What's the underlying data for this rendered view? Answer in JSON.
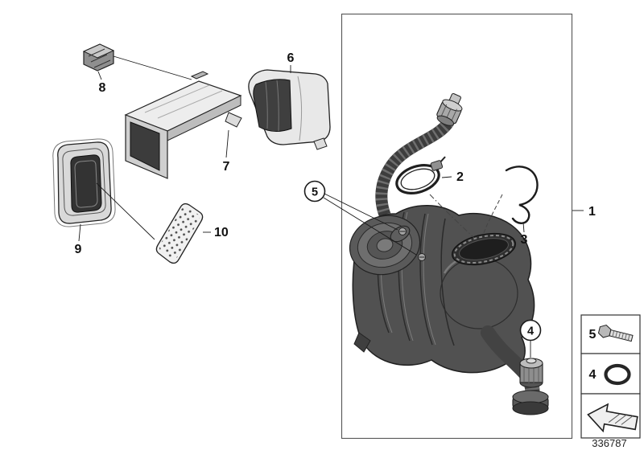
{
  "colors": {
    "background": "#ffffff",
    "line": "#1a1a1a",
    "part_dark": "#4a4a4a",
    "part_mid": "#8a8a8a",
    "part_light": "#e8e8e8"
  },
  "diagram": {
    "doc_number": "336787",
    "callouts": {
      "n1": "1",
      "n2": "2",
      "n3": "3",
      "n4": "4",
      "n5": "5",
      "n6": "6",
      "n7": "7",
      "n8": "8",
      "n9": "9",
      "n10": "10"
    },
    "legend": {
      "screw_label": "5",
      "oring_label": "4"
    },
    "icons": {
      "screw": "bolt-icon",
      "oring": "o-ring-icon",
      "direction": "direction-arrow-icon"
    }
  }
}
